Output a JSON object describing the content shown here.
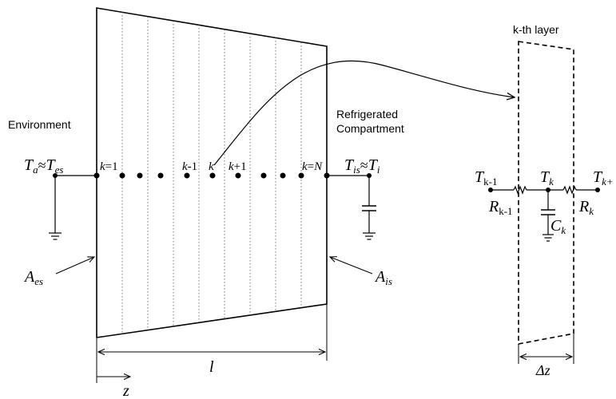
{
  "labels": {
    "environment": "Environment",
    "refrigerated_line1": "Refrigerated",
    "refrigerated_line2": "Compartment",
    "kth_layer": "k-th layer",
    "k_eq_1": "k=1",
    "k_minus_1": "k-1",
    "k": "k",
    "k_plus_1": "k+1",
    "k_eq_N": "k=N",
    "l": "l",
    "z": "z",
    "delta_z": "Δz",
    "ta_main": "T",
    "ta_sub": "a",
    "approx": "≈",
    "tes_main": "T",
    "tes_sub": "es",
    "tis_main": "T",
    "tis_sub": "is",
    "ti_main": "T",
    "ti_sub": "i",
    "aes_main": "A",
    "aes_sub": "es",
    "ais_main": "A",
    "ais_sub": "is",
    "tkm1_main": "T",
    "tkm1_sub": "k-1",
    "tk_main": "T",
    "tk_sub": "k",
    "tkp_main": "T",
    "tkp_sub": "k+",
    "rkm1_main": "R",
    "rkm1_sub": "k-1",
    "rk_main": "R",
    "rk_sub": "k",
    "ck_main": "C",
    "ck_sub": "k"
  }
}
